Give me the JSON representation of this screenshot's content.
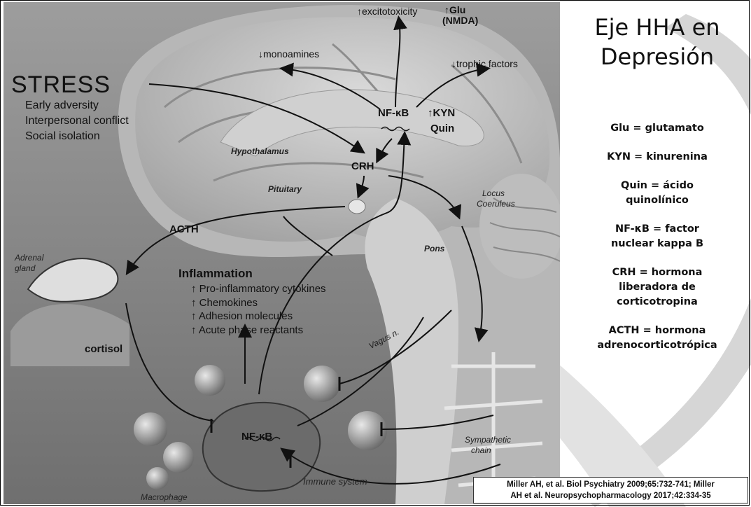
{
  "side_panel": {
    "title_lines": [
      "Eje HHA en",
      "Depresión"
    ],
    "glossary": [
      {
        "lines": [
          "Glu = glutamato"
        ]
      },
      {
        "lines": [
          "KYN = kinurenina"
        ]
      },
      {
        "lines": [
          "Quin = ácido",
          "quinolínico"
        ]
      },
      {
        "lines": [
          "NF-κB = factor",
          "nuclear kappa B"
        ]
      },
      {
        "lines": [
          "CRH = hormona",
          "liberadora de",
          "corticotropina"
        ]
      },
      {
        "lines": [
          "ACTH = hormona",
          "adrenocorticotrópica"
        ]
      }
    ]
  },
  "figure": {
    "stress": {
      "title": "STRESS",
      "items": [
        "Early adversity",
        "Interpersonal conflict",
        "Social isolation"
      ]
    },
    "brain_effects": {
      "excitotoxicity": "↑excitotoxicity",
      "glu_arrow": "↑Glu",
      "nmda": "(NMDA)",
      "monoamines": "↓monoamines",
      "trophic": "↓trophic factors",
      "kyn": "↑KYN",
      "quin": "Quin"
    },
    "nfkb_brain": "NF-κB",
    "nfkb_macrophage": "NF-κB",
    "crh": "CRH",
    "acth": "ACTH",
    "cortisol": "cortisol",
    "inflammation": {
      "title": "Inflammation",
      "items": [
        "↑ Pro-inflammatory cytokines",
        "↑ Chemokines",
        "↑ Adhesion molecules",
        "↑ Acute phase reactants"
      ]
    },
    "anatomy": {
      "hypothalamus": "Hypothalamus",
      "pituitary": "Pituitary",
      "locus": [
        "Locus",
        "Coeruleus"
      ],
      "pons": "Pons",
      "adrenal": [
        "Adrenal",
        "gland"
      ],
      "vagus": "Vagus n.",
      "sympathetic": [
        "Sympathetic",
        "chain"
      ],
      "immune": "Immune system",
      "macrophage": "Macrophage"
    }
  },
  "citation_lines": [
    "Miller AH, et al. Biol Psychiatry 2009;65:732-741; Miller",
    "AH et al. Neuropsychopharmacology 2017;42:334-35"
  ],
  "colors": {
    "background": "#ffffff",
    "illustration_gray": "#8e8e8e",
    "text": "#111111",
    "swoosh": "#d9d9d9"
  }
}
